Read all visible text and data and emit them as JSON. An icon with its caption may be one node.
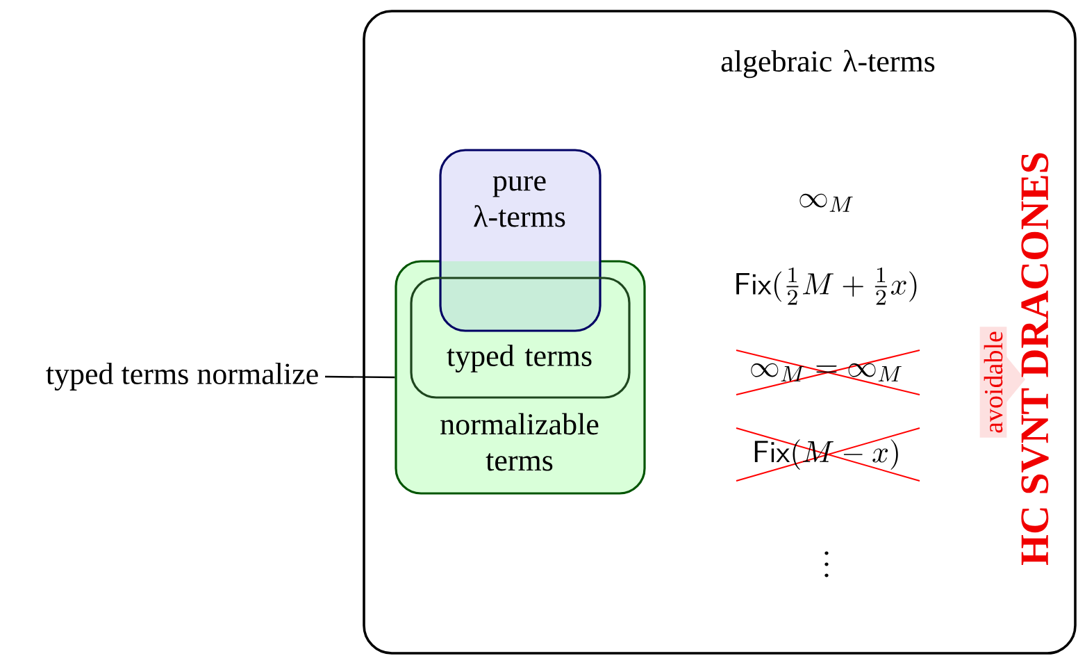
{
  "diagram": {
    "nodes": [
      {
        "text": [
          "algebraic λ-terms"
        ]
      },
      {
        "text": [
          "pure λ-terms"
        ],
        "in": 0
      },
      {
        "text": [
          "normalizable terms"
        ],
        "in": 0
      },
      {
        "text": [
          "typed terms"
        ],
        "in": 2
      },
      {
        "text": [
          "typed terms normalize"
        ]
      },
      {
        "text": [
          "avoidable"
        ],
        "in": 0
      }
    ],
    "edges": [
      {
        "from": 4,
        "to": 2,
        "arrow": "none"
      }
    ],
    "labels": [
      "\\infty_M",
      "\\mathsf{Fix}(\\tfrac{1}{2}M+\\tfrac{1}{2}x)",
      "\\infty_M = \\infty_M",
      "\\mathsf{Fix}(M-x)",
      "\\vdots",
      "HC SVNT DRACONES"
    ]
  }
}
